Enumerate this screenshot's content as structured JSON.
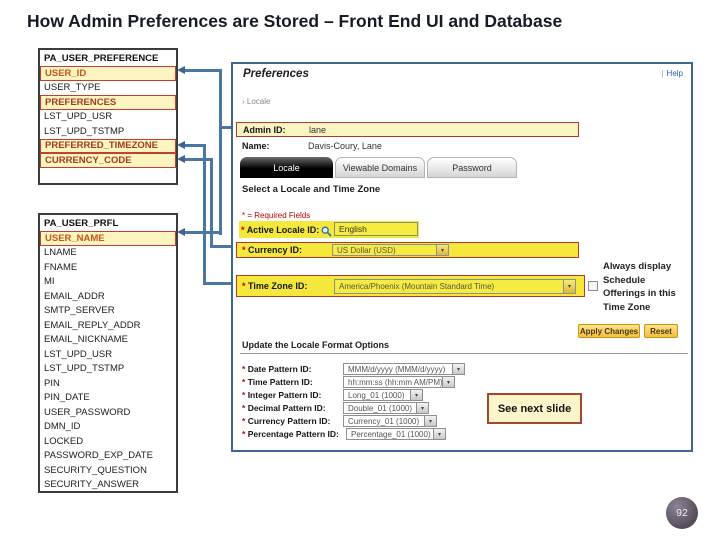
{
  "slide": {
    "title": "How Admin Preferences are Stored – Front End UI and Database",
    "page_number": "92",
    "see_next_slide": "See next slide"
  },
  "colors": {
    "connector": "#4a76a4",
    "table_highlight_bg": "#fdf5c0",
    "ui_highlight_bg": "#f4e83c",
    "highlight_border": "#b23a2a",
    "gold_button": "#f2bf42",
    "help_link": "#2b5fae"
  },
  "tables": {
    "t1": {
      "name": "PA_USER_PREFERENCE",
      "rows": [
        {
          "label": "USER_ID",
          "highlighted": true
        },
        {
          "label": "USER_TYPE",
          "highlighted": false
        },
        {
          "label": "PREFERENCES",
          "highlighted": true
        },
        {
          "label": "LST_UPD_USR",
          "highlighted": false
        },
        {
          "label": "LST_UPD_TSTMP",
          "highlighted": false
        },
        {
          "label": "PREFERRED_TIMEZONE",
          "highlighted": true
        },
        {
          "label": "CURRENCY_CODE",
          "highlighted": true
        }
      ]
    },
    "t2": {
      "name": "PA_USER_PRFL",
      "rows": [
        {
          "label": "USER_NAME",
          "highlighted": true
        },
        {
          "label": "LNAME",
          "highlighted": false
        },
        {
          "label": "FNAME",
          "highlighted": false
        },
        {
          "label": "MI",
          "highlighted": false
        },
        {
          "label": "EMAIL_ADDR",
          "highlighted": false
        },
        {
          "label": "SMTP_SERVER",
          "highlighted": false
        },
        {
          "label": "EMAIL_REPLY_ADDR",
          "highlighted": false
        },
        {
          "label": "EMAIL_NICKNAME",
          "highlighted": false
        },
        {
          "label": "LST_UPD_USR",
          "highlighted": false
        },
        {
          "label": "LST_UPD_TSTMP",
          "highlighted": false
        },
        {
          "label": "PIN",
          "highlighted": false
        },
        {
          "label": "PIN_DATE",
          "highlighted": false
        },
        {
          "label": "USER_PASSWORD",
          "highlighted": false
        },
        {
          "label": "DMN_ID",
          "highlighted": false
        },
        {
          "label": "LOCKED",
          "highlighted": false
        },
        {
          "label": "PASSWORD_EXP_DATE",
          "highlighted": false
        },
        {
          "label": "SECURITY_QUESTION",
          "highlighted": false
        },
        {
          "label": "SECURITY_ANSWER",
          "highlighted": false
        }
      ]
    }
  },
  "ui": {
    "title": "Preferences",
    "help_label": "Help",
    "help_sep": "|",
    "breadcrumb_icon": "›",
    "breadcrumb": "Locale",
    "admin_id_label": "Admin ID:",
    "admin_id_value": "lane",
    "name_label": "Name:",
    "name_value": "Davis-Coury, Lane",
    "tabs": [
      {
        "label": "Locale"
      },
      {
        "label": "Viewable Domains"
      },
      {
        "label": "Password"
      }
    ],
    "section_title": "Select a Locale and Time Zone",
    "required_note": "* = Required Fields",
    "star": "*",
    "active_locale_label": "Active Locale ID:",
    "active_locale_value": "English",
    "currency_label": "Currency ID:",
    "currency_value": "US Dollar (USD)",
    "time_zone_label": "Time Zone ID:",
    "time_zone_value": "America/Phoenix (Mountain Standard Time)",
    "dropdown_arrow": "▾",
    "always_display_lines": {
      "l1": "Always display",
      "l2": "Schedule",
      "l3": "Offerings in this",
      "l4": "Time Zone"
    },
    "apply_label": "Apply Changes",
    "reset_label": "Reset",
    "format_section_title": "Update the Locale Format Options",
    "format_fields": [
      {
        "label": "Date Pattern ID:",
        "value": "MMM/d/yyyy (MMM/d/yyyy)"
      },
      {
        "label": "Time Pattern ID:",
        "value": "hh:mm:ss (hh:mm AM/PM)"
      },
      {
        "label": "Integer Pattern ID:",
        "value": "Long_01 (1000)"
      },
      {
        "label": "Decimal Pattern ID:",
        "value": "Double_01 (1000)"
      },
      {
        "label": "Currency Pattern ID:",
        "value": "Currency_01 (1000)"
      },
      {
        "label": "Percentage Pattern ID:",
        "value": "Percentage_01 (1000)"
      }
    ]
  }
}
